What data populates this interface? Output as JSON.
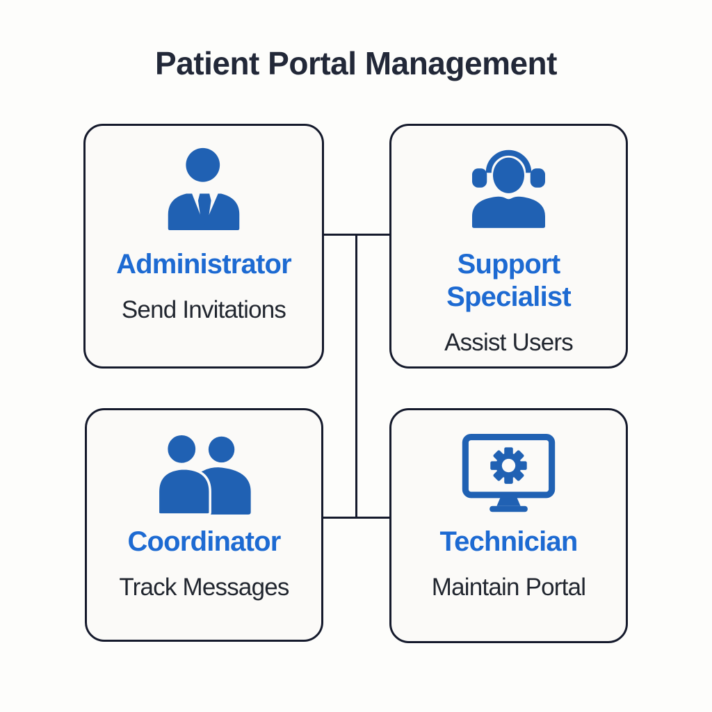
{
  "title": "Patient Portal Management",
  "colors": {
    "page_background": "#fdfdfb",
    "card_background": "#fbfaf8",
    "card_border": "#151a2c",
    "connector_line": "#151a2c",
    "icon_blue": "#2061b3",
    "role_title_blue": "#1d6ad2",
    "task_text_dark": "#21262f",
    "heading_dark": "#222838"
  },
  "cards": [
    {
      "role": "Administrator",
      "task": "Send Invitations",
      "icon": "person-tie-icon"
    },
    {
      "role": "Support Specialist",
      "task": "Assist Users",
      "icon": "person-headset-icon"
    },
    {
      "role": "Coordinator",
      "task": "Track Messages",
      "icon": "two-people-icon"
    },
    {
      "role": "Technician",
      "task": "Maintain Portal",
      "icon": "monitor-gear-icon"
    }
  ]
}
